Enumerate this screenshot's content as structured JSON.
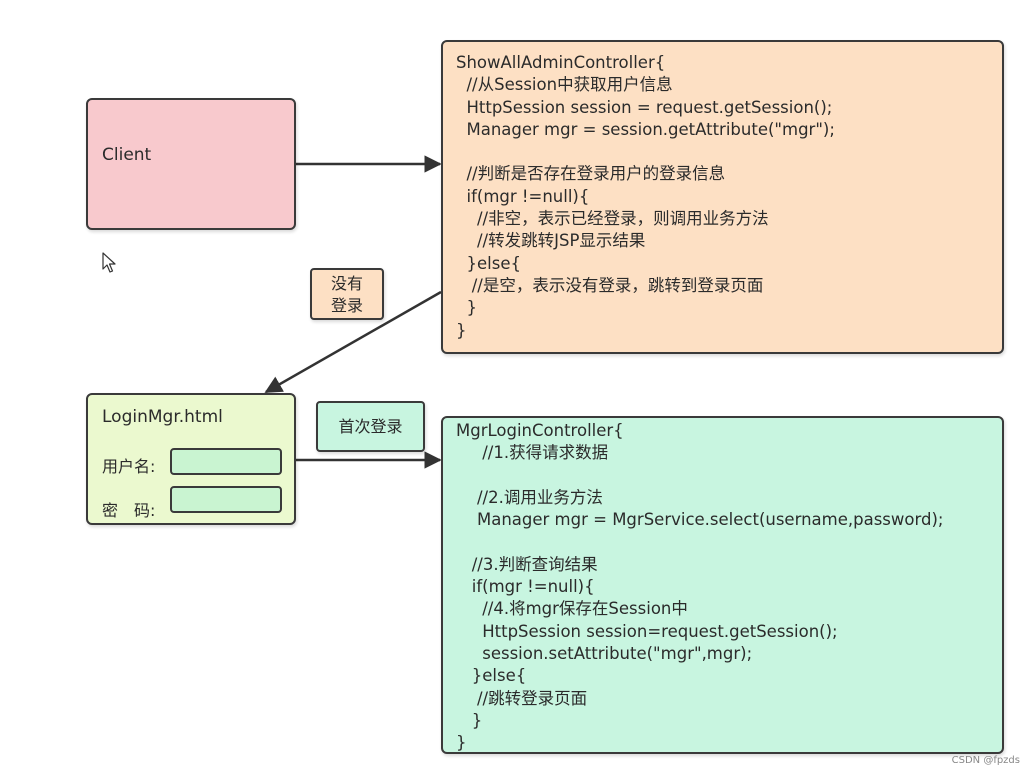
{
  "colors": {
    "client_fill": "#f8c9cd",
    "show_controller_fill": "#fde0c4",
    "login_page_fill": "#ebf9cf",
    "login_input_fill": "#c9f4d1",
    "login_controller_fill": "#c8f5e0",
    "tag_not_logged_fill": "#fde0c4",
    "tag_first_login_fill": "#c8f5e0"
  },
  "client": {
    "label": "Client"
  },
  "show_controller": {
    "code": "ShowAllAdminController{\n  //从Session中获取用户信息\n  HttpSession session = request.getSession();\n  Manager mgr = session.getAttribute(\"mgr\");\n\n  //判断是否存在登录用户的登录信息\n  if(mgr !=null){\n    //非空，表示已经登录，则调用业务方法\n    //转发跳转JSP显示结果\n  }else{\n   //是空，表示没有登录，跳转到登录页面\n  }\n}"
  },
  "tag_not_logged": {
    "line1": "没有",
    "line2": "登录"
  },
  "login_page": {
    "title": "LoginMgr.html",
    "username_label": "用户名:",
    "password_label": "密　码:"
  },
  "tag_first_login": {
    "label": "首次登录"
  },
  "login_controller": {
    "code": "MgrLoginController{\n     //1.获得请求数据\n\n    //2.调用业务方法\n    Manager mgr = MgrService.select(username,password);\n\n   //3.判断查询结果\n   if(mgr !=null){\n     //4.将mgr保存在Session中\n     HttpSession session=request.getSession();\n     session.setAttribute(\"mgr\",mgr);\n   }else{\n    //跳转登录页面\n   }\n}"
  },
  "watermark": "CSDN @fpzds"
}
